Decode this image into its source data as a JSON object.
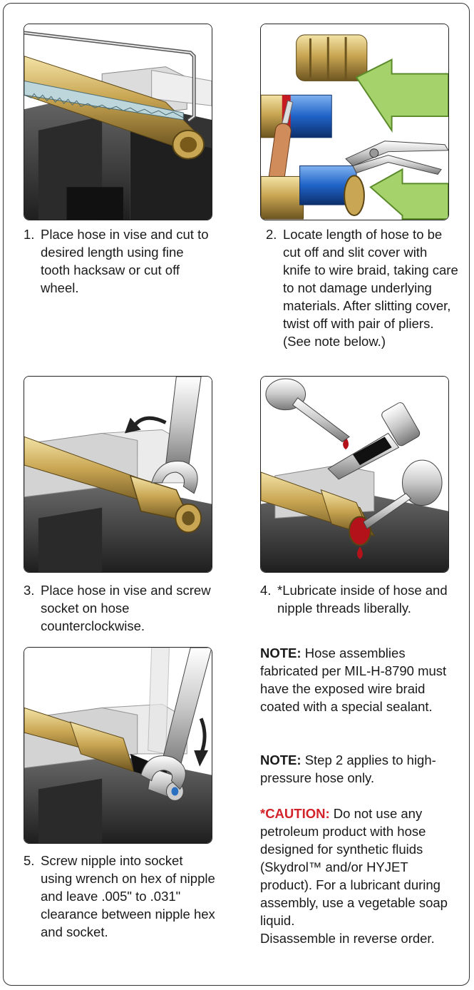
{
  "steps": [
    {
      "num": "1.",
      "text": "Place hose in vise and cut to desired length using fine tooth hacksaw or cut off wheel."
    },
    {
      "num": "2.",
      "text": "Locate length of hose to be cut off and slit cover with knife to wire braid, taking care to not damage underlying materials. After slitting cover, twist off with pair of pliers. (See note below.)"
    },
    {
      "num": "3.",
      "text": "Place hose in vise and screw socket on hose counterclockwise."
    },
    {
      "num": "4.",
      "text": "*Lubricate inside of hose and nipple threads liberally."
    },
    {
      "num": "5.",
      "text": "Screw nipple into socket using wrench on hex of nipple and leave .005\" to .031\" clearance between nipple hex and socket."
    }
  ],
  "notes": {
    "note1_label": "NOTE:",
    "note1_text": " Hose assemblies fabricated per MIL-H-8790 must have the exposed wire braid coated with a special sealant.",
    "note2_label": "NOTE:",
    "note2_text": " Step 2 applies to high-pressure hose only.",
    "caution_label": "*CAUTION:",
    "caution_text": " Do not use any petroleum product with hose designed for synthetic fluids (Skydrol™ and/or HYJET product). For a lubricant during assembly, use a vegetable soap liquid.",
    "footer": "Disassemble in reverse order."
  },
  "colors": {
    "brass": "#c9a653",
    "vise_dark": "#3a3a3a",
    "vise_light": "#d9d9d9",
    "arrow_green": "#a6d26b",
    "blue_braid": "#1f63c7",
    "red_lube": "#b3121b",
    "caution_red": "#d2232a"
  }
}
